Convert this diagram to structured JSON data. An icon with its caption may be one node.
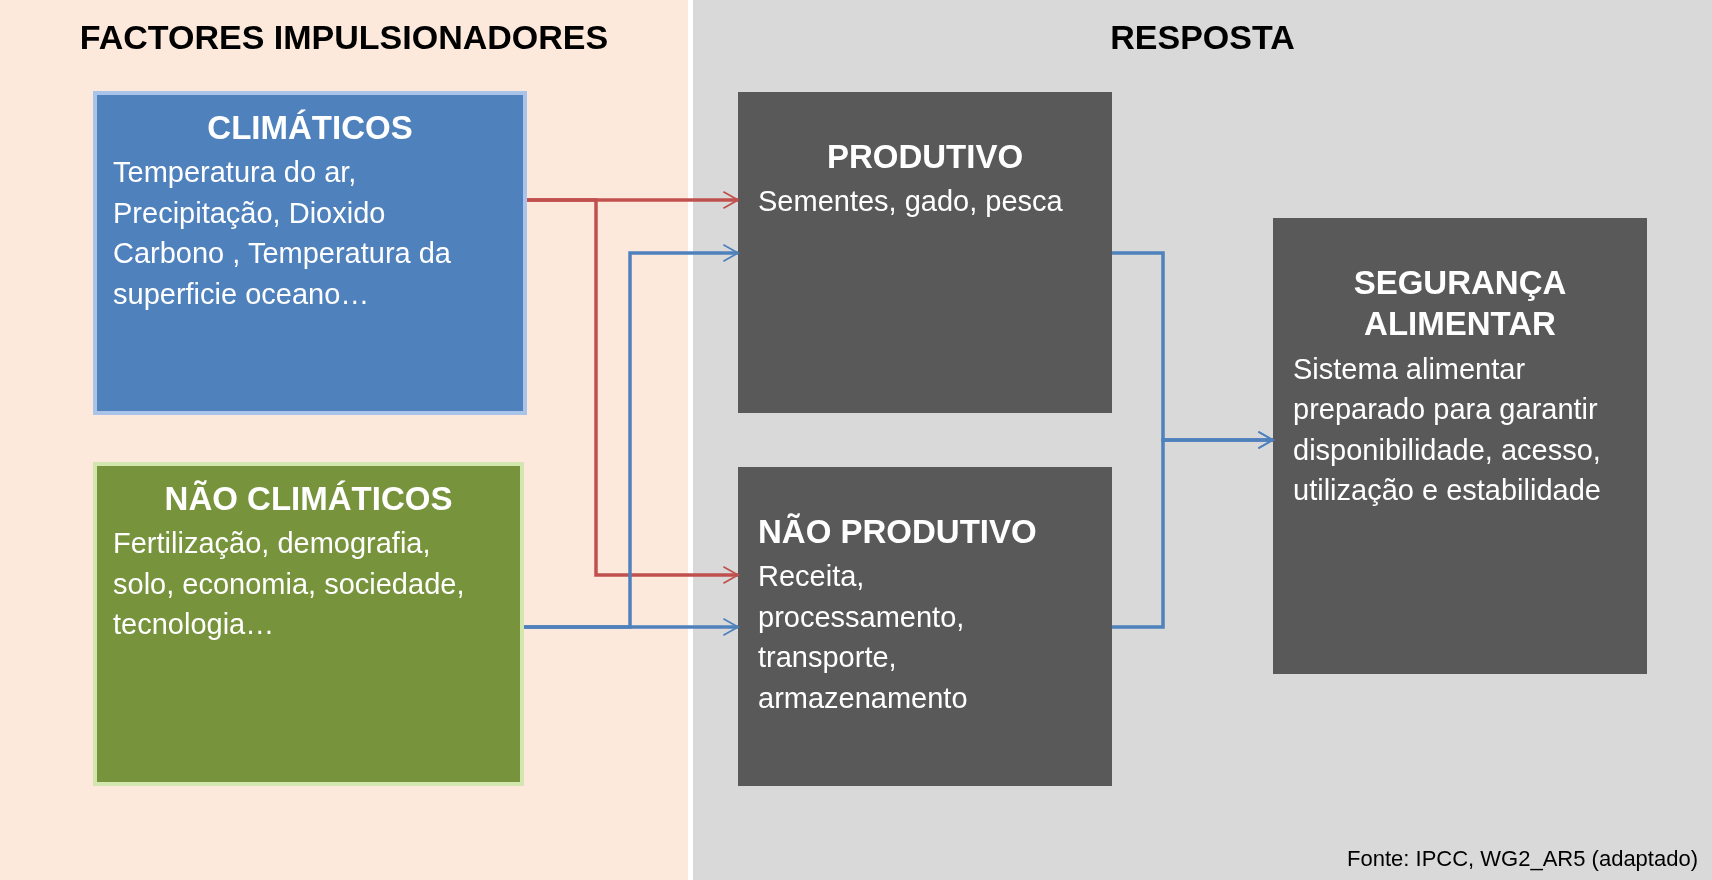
{
  "diagram": {
    "nodes": [
      {
        "text": [
          "FACTORES IMPULSIONADORES"
        ]
      },
      {
        "text": [
          "CLIMÁTICOS",
          "Temperatura do ar, Precipitação, Dioxido Carbono , Temperatura da superficie oceano…"
        ],
        "in": 0
      },
      {
        "text": [
          "NÃO CLIMÁTICOS",
          "Fertilização, demografia, solo, economia, sociedade, tecnologia…"
        ],
        "in": 0
      },
      {
        "text": [
          "RESPOSTA"
        ]
      },
      {
        "text": [
          "PRODUTIVO",
          "Sementes, gado, pesca"
        ],
        "in": 3
      },
      {
        "text": [
          "NÃO PRODUTIVO",
          "Receita, processamento, transporte, armazenamento"
        ],
        "in": 3
      },
      {
        "text": [
          "SEGURANÇA ALIMENTAR",
          "Sistema alimentar preparado para garantir disponibilidade, acesso, utilização e estabilidade"
        ],
        "in": 3
      }
    ],
    "edges": [
      {
        "from": 1,
        "to": 4,
        "arrow": "to",
        "color": "#c0504d"
      },
      {
        "from": 1,
        "to": 5,
        "arrow": "to",
        "color": "#c0504d"
      },
      {
        "from": 2,
        "to": 4,
        "arrow": "to"
      },
      {
        "from": 2,
        "to": 5,
        "arrow": "to"
      },
      {
        "from": 4,
        "to": 6,
        "arrow": "to"
      },
      {
        "from": 5,
        "to": 6,
        "arrow": "to"
      }
    ],
    "labels": [
      "Fonte: IPCC, WG2_AR5 (adaptado)"
    ]
  }
}
